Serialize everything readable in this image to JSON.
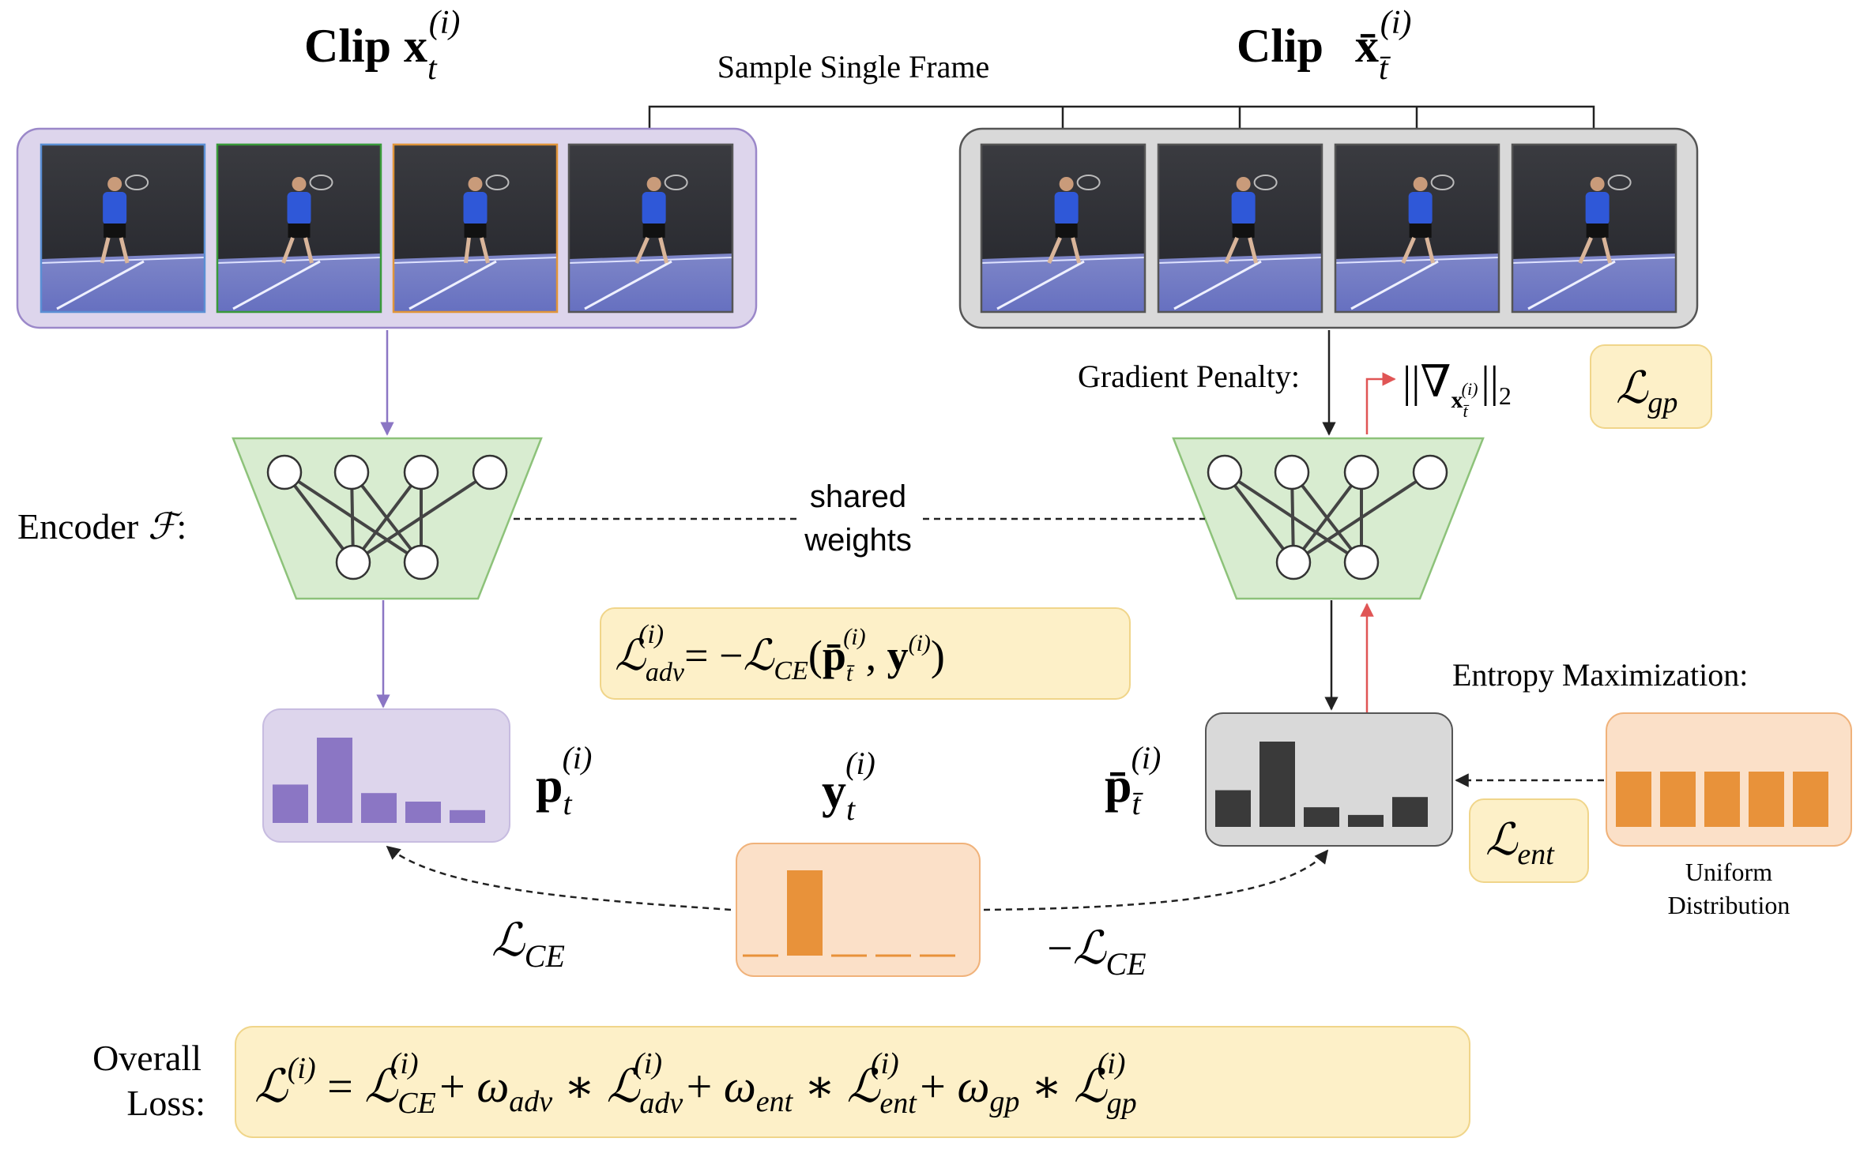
{
  "clip_left_title": {
    "word": "Clip",
    "var": "x",
    "sub": "t",
    "sup": "(i)"
  },
  "clip_right_title": {
    "word": "Clip",
    "var": "x̄",
    "sub": "t̄",
    "sup": "(i)"
  },
  "sample_label": "Sample Single Frame",
  "gradient_penalty_label": "Gradient Penalty:",
  "gradient_norm": {
    "open": "||∇",
    "sub": "x",
    "subsub": "t̄",
    "subsup": "(i)",
    "close": "||",
    "tail": "2"
  },
  "loss_gp": {
    "L": "ℒ",
    "sub": "gp"
  },
  "encoder_label": {
    "text": "Encoder",
    "symbol": "ℱ",
    "colon": ":"
  },
  "shared_weights": [
    "shared",
    "weights"
  ],
  "adv_loss": {
    "lhs_L": "ℒ",
    "lhs_sub": "adv",
    "lhs_sup": "(i)",
    "eq": "= −",
    "ce_L": "ℒ",
    "ce_sub": "CE",
    "open": "(",
    "p": "p̄",
    "p_sub": "t̄",
    "p_sup": "(i)",
    "comma": ", ",
    "y": "y",
    "y_sup": "(i)",
    "close": ")"
  },
  "entropy_label": "Entropy Maximization:",
  "p_left": {
    "var": "p",
    "sub": "t",
    "sup": "(i)"
  },
  "y_label": {
    "var": "y",
    "sub": "t",
    "sup": "(i)"
  },
  "p_right": {
    "var": "p̄",
    "sub": "t̄",
    "sup": "(i)"
  },
  "loss_ent": {
    "L": "ℒ",
    "sub": "ent"
  },
  "uniform_label": [
    "Uniform",
    "Distribution"
  ],
  "loss_ce_left": {
    "L": "ℒ",
    "sub": "CE"
  },
  "loss_ce_right": {
    "minus": "−",
    "L": "ℒ",
    "sub": "CE"
  },
  "overall_label": [
    "Overall",
    "Loss:"
  ],
  "overall_eq": {
    "L": "ℒ",
    "L_sup": "(i)",
    "eq": " = ",
    "t1_L": "ℒ",
    "t1_sub": "CE",
    "t1_sup": "(i)",
    "plus1": " + ",
    "w_adv": "ω",
    "w_adv_sub": "adv",
    "star1": " ∗ ",
    "t2_L": "ℒ",
    "t2_sub": "adv",
    "t2_sup": "(i)",
    "plus2": " + ",
    "w_ent": "ω",
    "w_ent_sub": "ent",
    "star2": " ∗ ",
    "t3_L": "ℒ",
    "t3_sub": "ent",
    "t3_sup": "(i)",
    "plus3": " + ",
    "w_gp": "ω",
    "w_gp_sub": "gp",
    "star3": " ∗ ",
    "t4_L": "ℒ",
    "t4_sub": "gp",
    "t4_sup": "(i)"
  },
  "histograms": {
    "p_t": [
      0.45,
      1.0,
      0.35,
      0.25,
      0.15
    ],
    "p_bar": [
      0.43,
      1.0,
      0.23,
      0.14,
      0.35
    ],
    "y_t": [
      0.0,
      1.0,
      0.0,
      0.0,
      0.0
    ],
    "uniform": [
      1.0,
      1.0,
      1.0,
      1.0,
      1.0
    ]
  },
  "colors": {
    "purple_box": "#ddd5ec",
    "purple_edge": "#9b88c9",
    "purple_bar": "#8b76c4",
    "gray_box": "#d9d9d9",
    "gray_edge": "#555555",
    "dark_bar": "#3a3a3a",
    "green_fill": "#d8ecd0",
    "green_edge": "#8dc27a",
    "orange_box": "#fbe0c8",
    "orange_edge": "#f0b27a",
    "orange_bar": "#e8923a",
    "yellow_box": "#fdf0c8",
    "yellow_edge": "#f0d58a",
    "red_arrow": "#e05555",
    "frame_blue_edge": "#5b8fd4",
    "frame_green_edge": "#3a9a3a",
    "frame_orange_edge": "#e0953a"
  }
}
